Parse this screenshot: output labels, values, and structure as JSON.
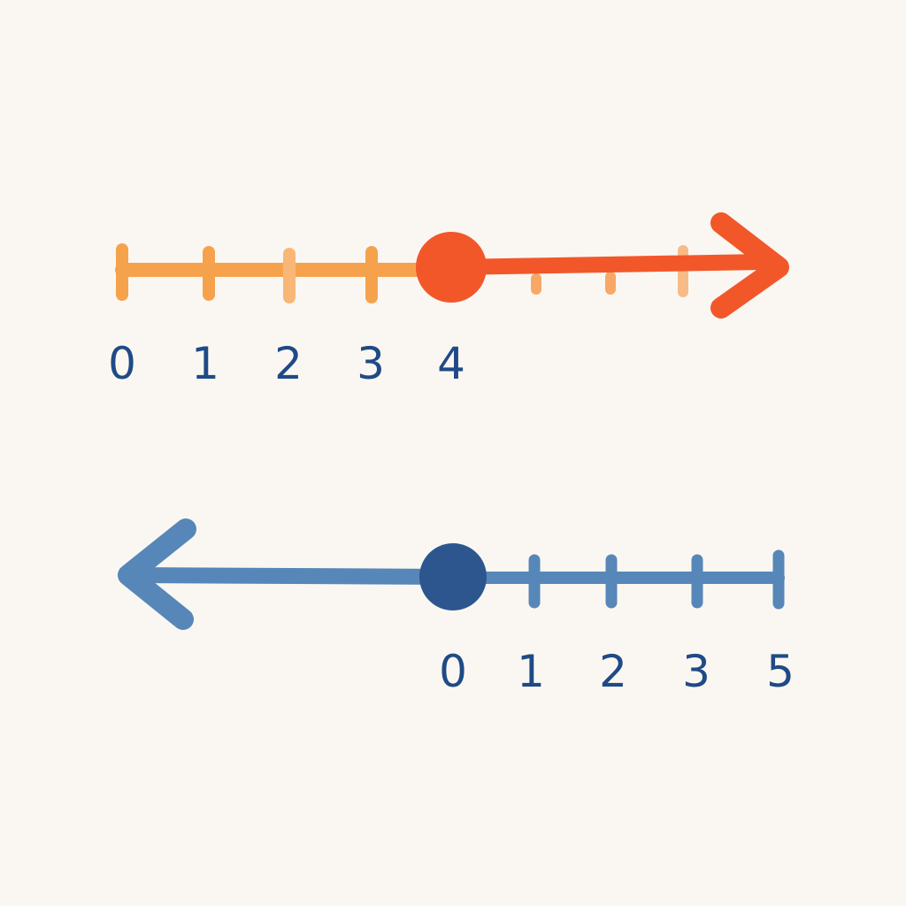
{
  "colors": {
    "background": "#faf7f2",
    "top_line": "#f6a24d",
    "top_ray": "#f2572a",
    "top_point": "#f2572a",
    "bottom_line": "#5787b8",
    "bottom_point": "#2d568f",
    "label_color": "#1f4a86"
  },
  "number_lines": [
    {
      "name": "top",
      "tick_labels": [
        "0",
        "1",
        "2",
        "3",
        "4"
      ],
      "point_value": "4",
      "point_style": "filled",
      "ray_direction": "right"
    },
    {
      "name": "bottom",
      "tick_labels": [
        "0",
        "1",
        "2",
        "3",
        "5"
      ],
      "point_value": "0",
      "point_style": "filled",
      "ray_direction": "left"
    }
  ]
}
